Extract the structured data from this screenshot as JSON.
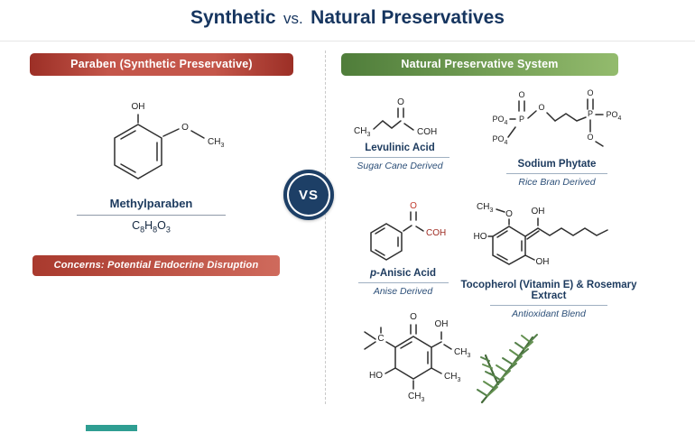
{
  "title": {
    "synthetic": "Synthetic",
    "vs": "vs.",
    "natural": "Natural Preservatives"
  },
  "vs_badge": "VS",
  "left_panel": {
    "header": "Paraben (Synthetic Preservative)",
    "molecule_name": "Methylparaben",
    "formula": {
      "C": "C",
      "sub1": "8",
      "H": "H",
      "sub2": "8",
      "O": "O",
      "sub3": "3"
    },
    "concern": "Concerns: Potential Endocrine Disruption"
  },
  "right_panel": {
    "header": "Natural Preservative System",
    "items": [
      {
        "name": "Levulinic Acid",
        "source": "Sugar Cane Derived"
      },
      {
        "name": "Sodium Phytate",
        "source": "Rice Bran Derived"
      },
      {
        "name_prefix": "p",
        "name": "-Anisic Acid",
        "source": "Anise Derived"
      },
      {
        "name": "Tocopherol (Vitamin E) & Rosemary Extract",
        "source": "Antioxidant Blend"
      }
    ]
  },
  "atoms": {
    "OH": "OH",
    "HO": "HO",
    "O": "O",
    "P": "P",
    "C": "C",
    "CH": "CH",
    "sub3": "3",
    "COH": "COH",
    "PO": "PO",
    "sub4": "4"
  },
  "colors": {
    "navy": "#1c3a5e",
    "red_banner": "#b8453a",
    "green_banner": "#6f9e4f",
    "red_atom": "#c0392b",
    "dark_red_atom": "#9e2b22",
    "rosemary_green": "#4c7340",
    "teal_bar": "#2f9e92"
  }
}
